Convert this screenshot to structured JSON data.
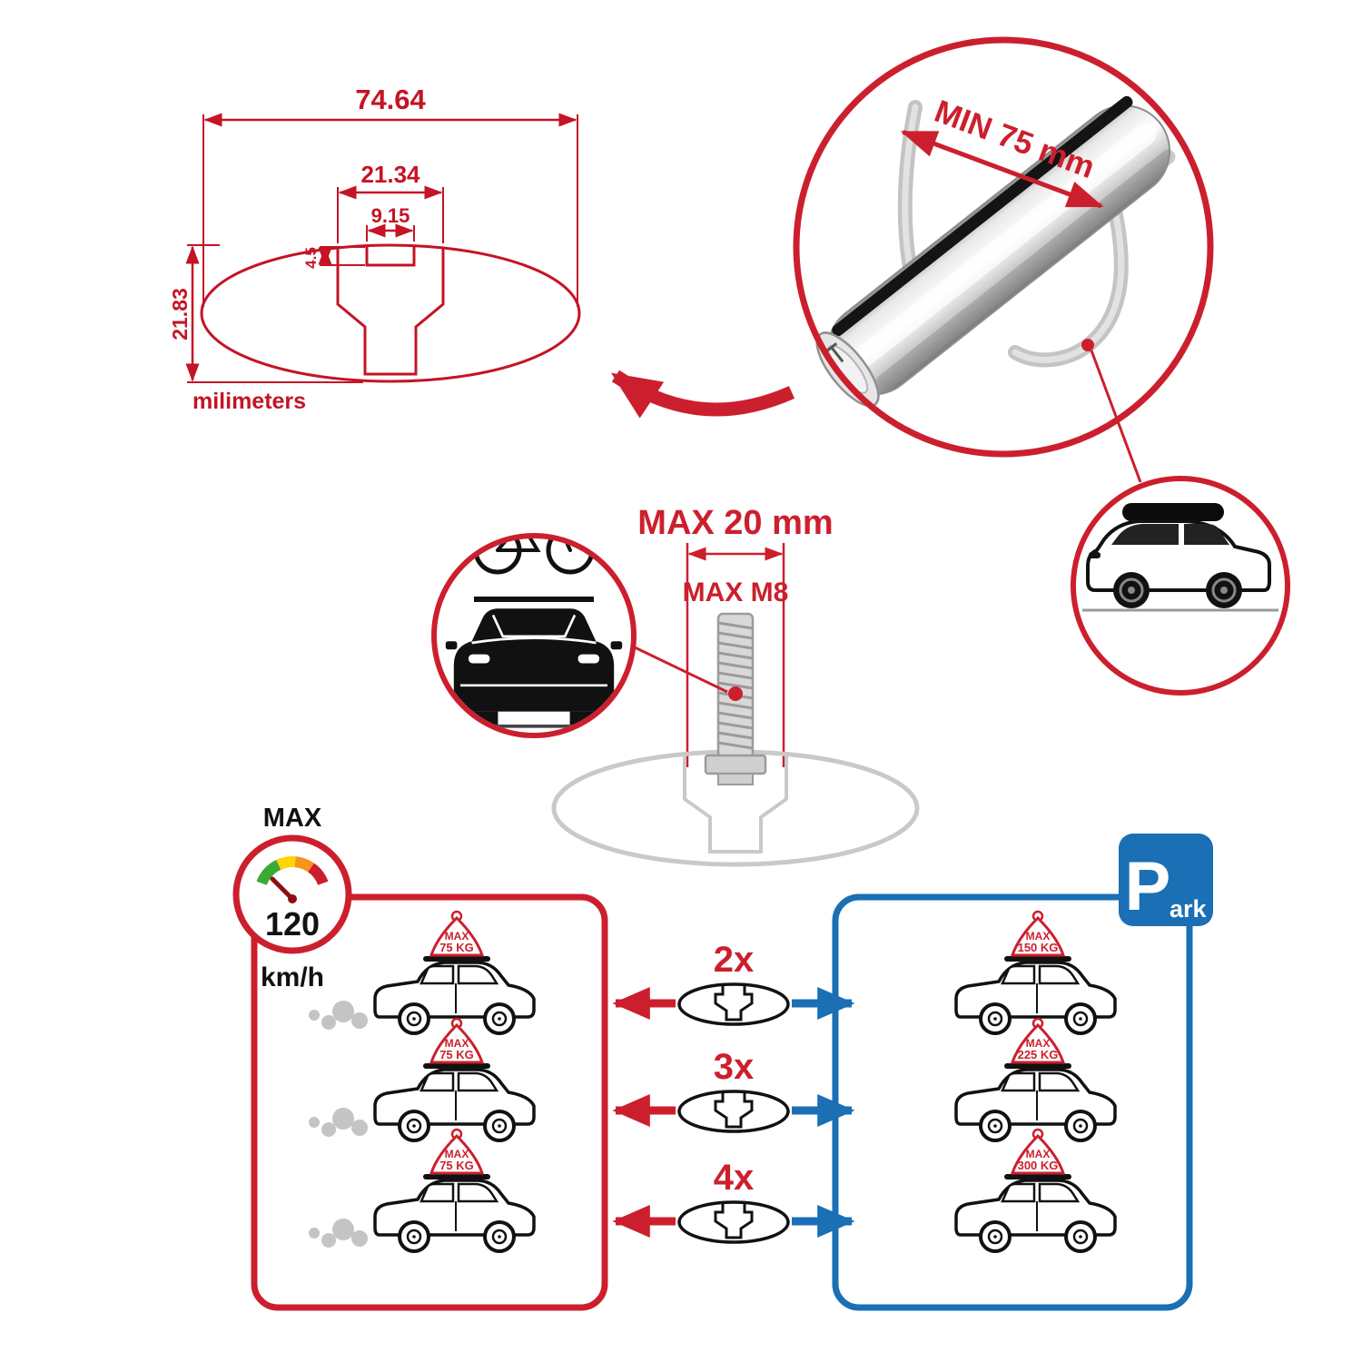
{
  "colors": {
    "drawing_red": "#c41425",
    "accent_red": "#cc1f2d",
    "parking_blue": "#1a6fb5",
    "gauge_green": "#3aaa35",
    "gauge_yellow": "#ffd400",
    "gauge_orange": "#f7941d",
    "gauge_red": "#cc1f2d"
  },
  "profile_drawing": {
    "total_width": "74.64",
    "slot_outer": "21.34",
    "slot_inner": "9.15",
    "lip_depth": "4.5",
    "total_height": "21.83",
    "unit": "milimeters"
  },
  "bar_detail": {
    "min_span": "MIN 75 mm"
  },
  "bolt": {
    "max_width": "MAX 20 mm",
    "max_thread": "MAX M8"
  },
  "speed": {
    "label": "MAX",
    "value": "120",
    "unit": "km/h"
  },
  "parking": {
    "letter": "P",
    "suffix": "ark"
  },
  "rows": [
    {
      "multiplier": "2x",
      "drive_sign": {
        "l1": "MAX",
        "l2": "75 KG"
      },
      "park_sign": {
        "l1": "MAX",
        "l2": "150 KG"
      }
    },
    {
      "multiplier": "3x",
      "drive_sign": {
        "l1": "MAX",
        "l2": "75 KG"
      },
      "park_sign": {
        "l1": "MAX",
        "l2": "225 KG"
      }
    },
    {
      "multiplier": "4x",
      "drive_sign": {
        "l1": "MAX",
        "l2": "75 KG"
      },
      "park_sign": {
        "l1": "MAX",
        "l2": "300 KG"
      }
    }
  ]
}
